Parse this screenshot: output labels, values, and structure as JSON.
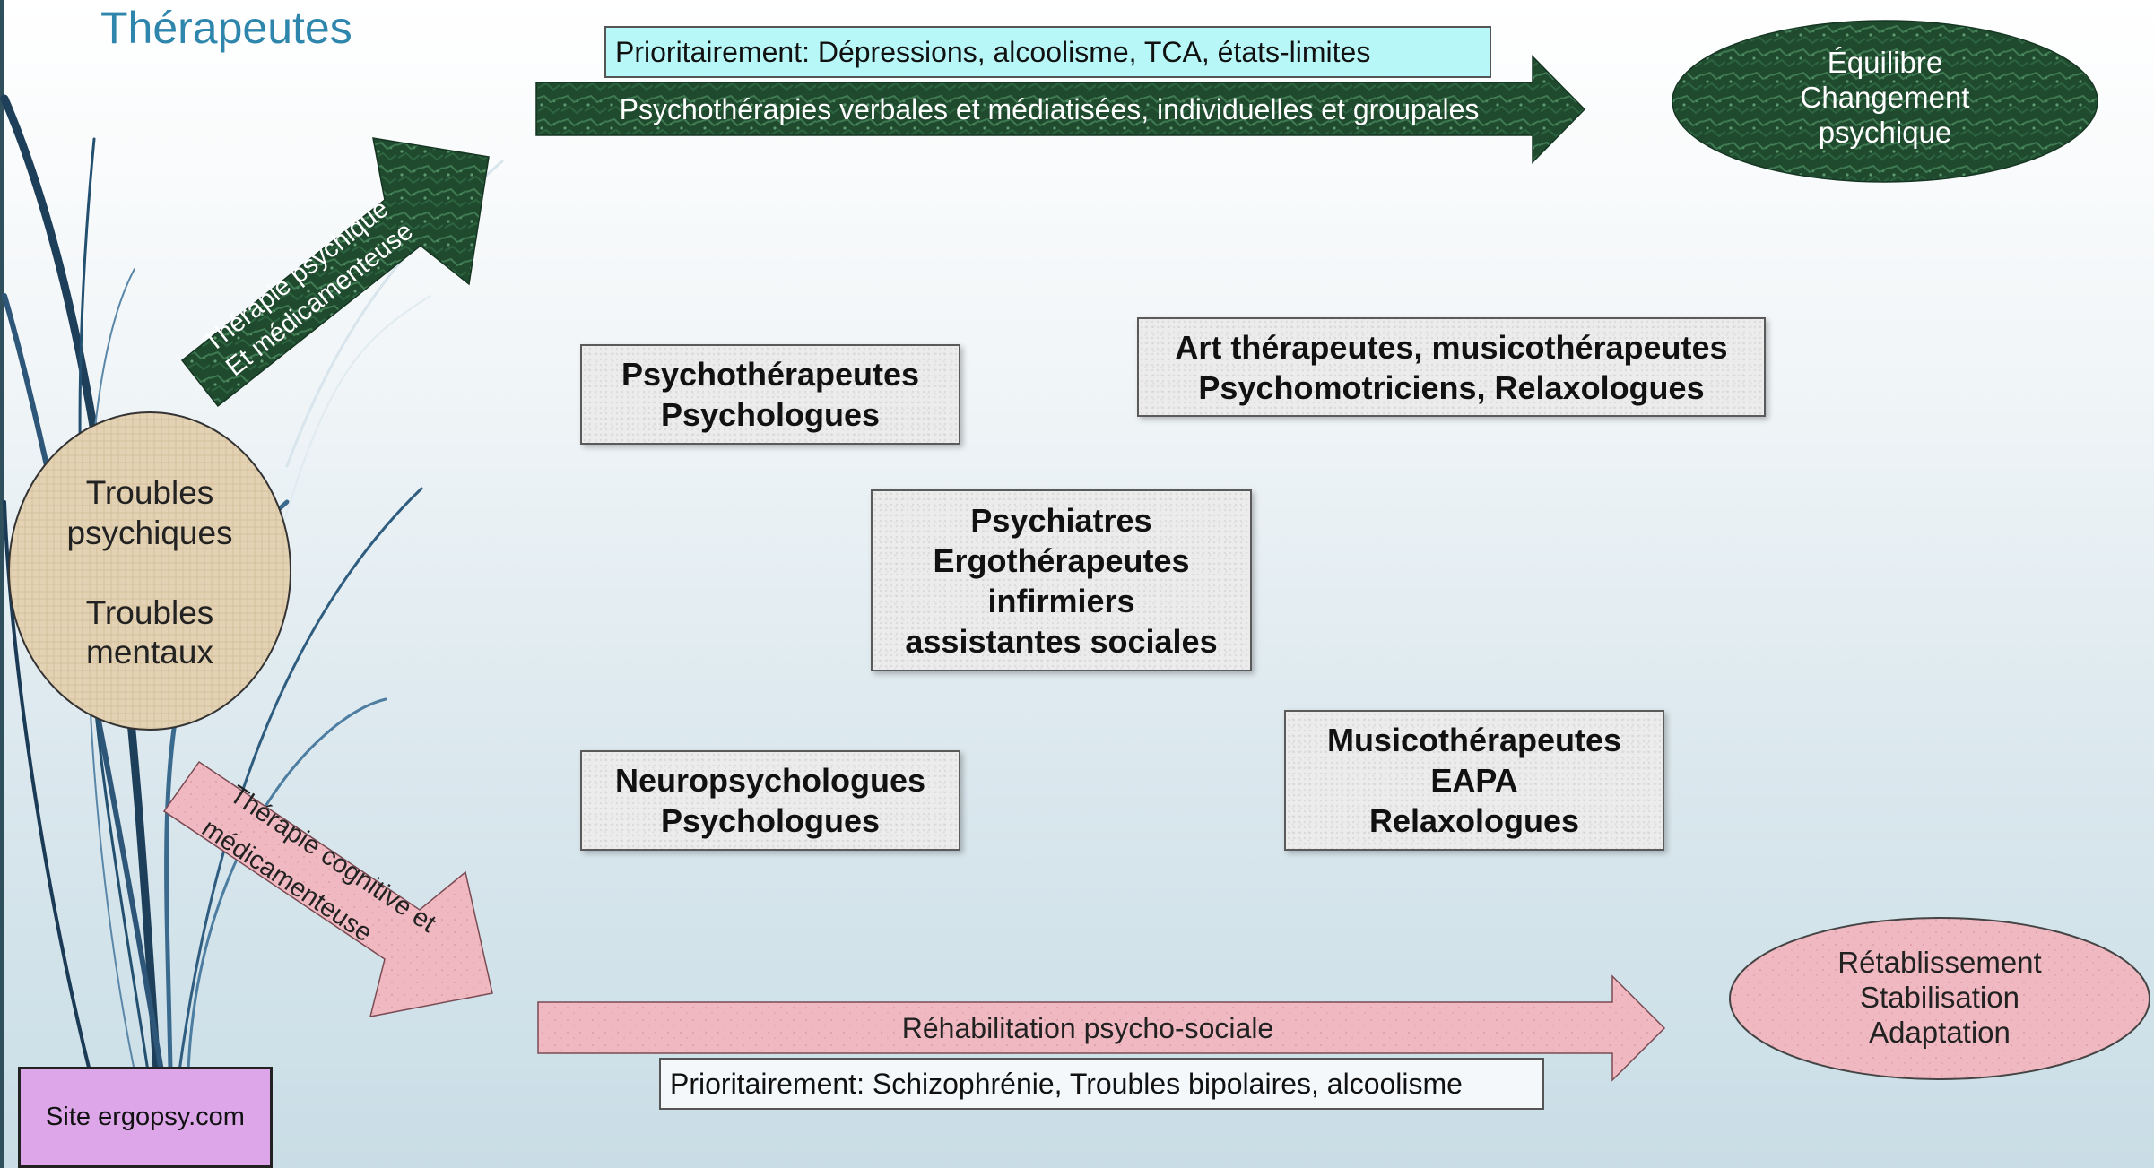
{
  "title": "Thérapeutes",
  "circle": {
    "line1": "Troubles",
    "line2": "psychiques",
    "line3": "Troubles",
    "line4": "mentaux"
  },
  "top_arrow": {
    "diag_line1": "Thérapie psychique",
    "diag_line2": "Et médicamenteuse",
    "banner": "Psychothérapies verbales et médiatisées, individuelles et groupales",
    "label": "Prioritairement: Dépressions, alcoolisme, TCA, états-limites"
  },
  "top_oval": {
    "line1": "Équilibre",
    "line2": "Changement",
    "line3": "psychique"
  },
  "bottom_arrow": {
    "diag_line1": "Thérapie cognitive et",
    "diag_line2": "médicamenteuse",
    "banner": "Réhabilitation psycho-sociale",
    "label": "Prioritairement: Schizophrénie, Troubles bipolaires, alcoolisme"
  },
  "bottom_oval": {
    "line1": "Rétablissement",
    "line2": "Stabilisation",
    "line3": "Adaptation"
  },
  "boxes": {
    "psychotherapeutes": [
      "Psychothérapeutes",
      "Psychologues"
    ],
    "art": [
      "Art thérapeutes, musicothérapeutes",
      "Psychomotriciens, Relaxologues"
    ],
    "psychiatres": [
      "Psychiatres",
      "Ergothérapeutes",
      "infirmiers",
      "assistantes sociales"
    ],
    "neuro": [
      "Neuropsychologues",
      "Psychologues"
    ],
    "musico": [
      "Musicothérapeutes",
      "EAPA",
      "Relaxologues"
    ]
  },
  "site": "Site ergopsy.com",
  "colors": {
    "title": "#2e86ad",
    "green": "#1f4a2e",
    "pink": "#f0b9c1",
    "cyan_label": "#b7f7f7",
    "circle": "#e3d2b4",
    "site": "#dca6e8"
  }
}
